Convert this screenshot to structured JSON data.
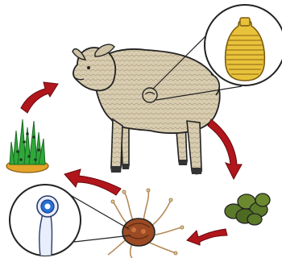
{
  "diagram": {
    "type": "parasite-life-cycle",
    "stages": [
      {
        "id": "host",
        "icon": "sheep-host-icon"
      },
      {
        "id": "tapeworm-segment",
        "icon": "proglottid-icon"
      },
      {
        "id": "eggs",
        "icon": "egg-cluster-icon"
      },
      {
        "id": "intermediate-host",
        "icon": "oribatid-mite-icon"
      },
      {
        "id": "cysticercoid",
        "icon": "cysticercoid-larva-icon"
      },
      {
        "id": "contaminated-grass",
        "icon": "grass-tuft-icon"
      }
    ],
    "colors": {
      "arrow": "#b0161c",
      "sheep_fleece": "#d8ccb0",
      "segment": "#e8c23a",
      "eggs": "#5b7a2a",
      "grass": "#2fa83a",
      "soil": "#e3a52a",
      "mite": "#9b4a24",
      "larva_blue": "#2b6fd6"
    }
  }
}
